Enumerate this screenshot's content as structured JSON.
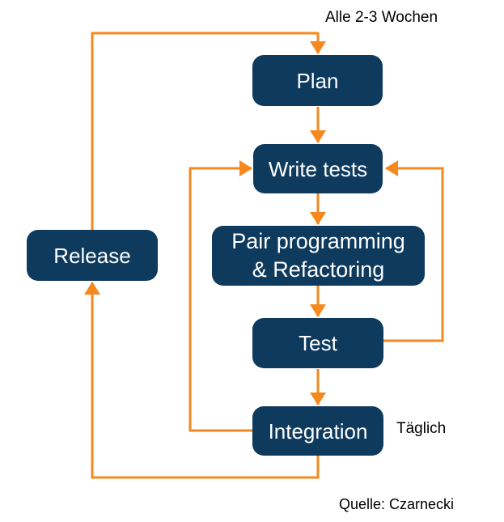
{
  "diagram": {
    "nodes": {
      "plan": {
        "label": "Plan"
      },
      "write_tests": {
        "label": "Write tests"
      },
      "pair_programming": {
        "label": "Pair programming\n& Refactoring"
      },
      "test": {
        "label": "Test"
      },
      "integration": {
        "label": "Integration"
      },
      "release": {
        "label": "Release"
      }
    },
    "annotations": {
      "cycle_frequency": "Alle 2-3 Wochen",
      "daily": "Täglich",
      "source": "Quelle: Czarnecki"
    },
    "edges": [
      {
        "from": "release",
        "to": "plan",
        "label": "Alle 2-3 Wochen"
      },
      {
        "from": "plan",
        "to": "write_tests"
      },
      {
        "from": "write_tests",
        "to": "pair_programming"
      },
      {
        "from": "pair_programming",
        "to": "test"
      },
      {
        "from": "test",
        "to": "integration"
      },
      {
        "from": "test",
        "to": "write_tests"
      },
      {
        "from": "integration",
        "to": "write_tests"
      },
      {
        "from": "integration",
        "to": "release",
        "label": "Täglich"
      }
    ],
    "colors": {
      "node_fill": "#0E3A5E",
      "node_text": "#FFFFFF",
      "arrow": "#F6891E",
      "text": "#000000",
      "background": "#FFFFFF"
    }
  }
}
